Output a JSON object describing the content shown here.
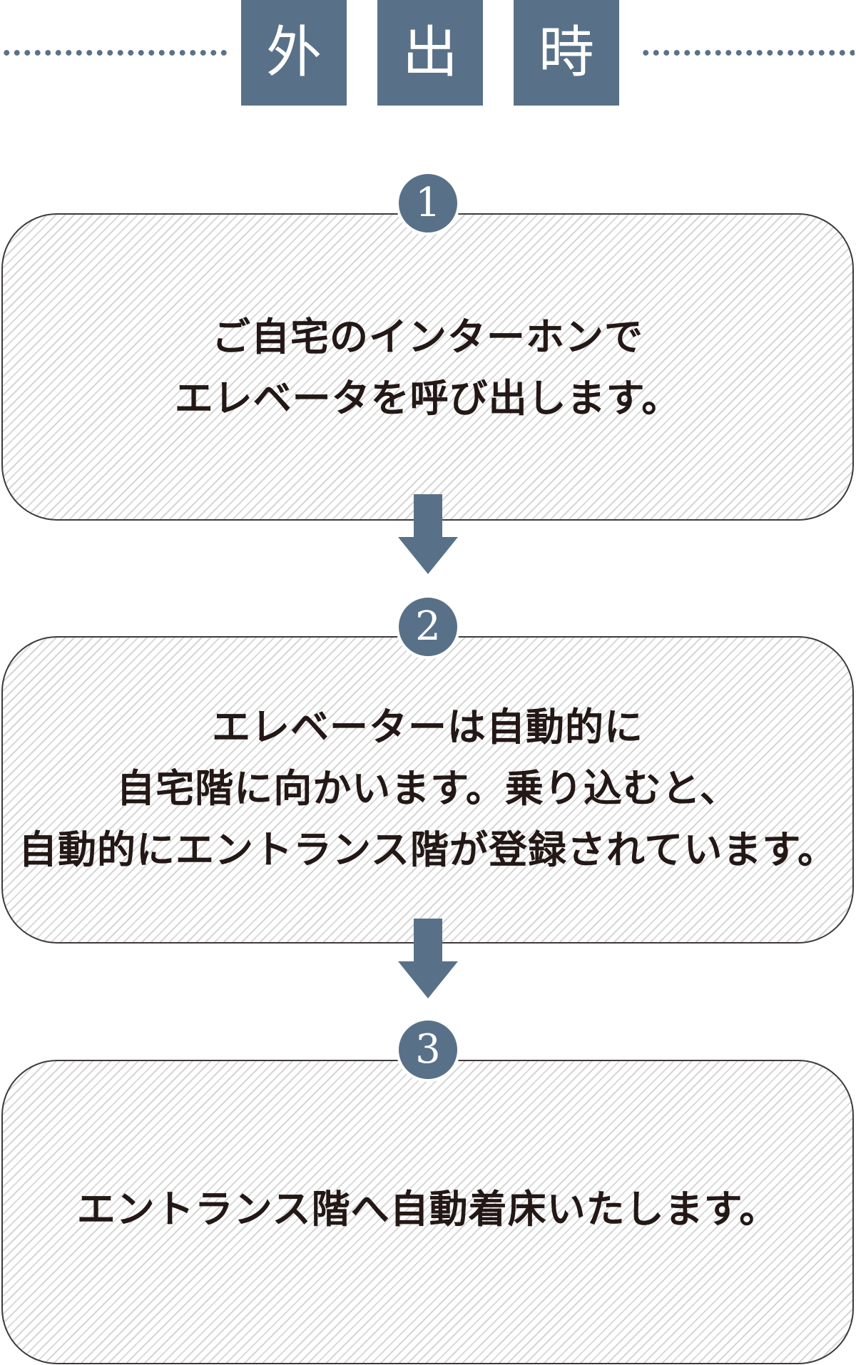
{
  "header": {
    "title_chars": [
      "外",
      "出",
      "時"
    ]
  },
  "steps": [
    {
      "number": "1",
      "lines": [
        "ご自宅のインターホンで",
        "エレベータを呼び出します。"
      ]
    },
    {
      "number": "2",
      "lines": [
        "エレベーターは自動的に",
        "自宅階に向かいます。乗り込むと、",
        "自動的にエントランス階が登録されています。"
      ]
    },
    {
      "number": "3",
      "lines": [
        "エントランス階へ自動着床いたします。"
      ]
    }
  ],
  "colors": {
    "accent": "#587188",
    "text": "#231815",
    "border": "#3f3a39",
    "stripe": "#d6d6d6"
  },
  "icons": {
    "arrow": "arrow-down-icon",
    "dots": "dotted-line"
  }
}
